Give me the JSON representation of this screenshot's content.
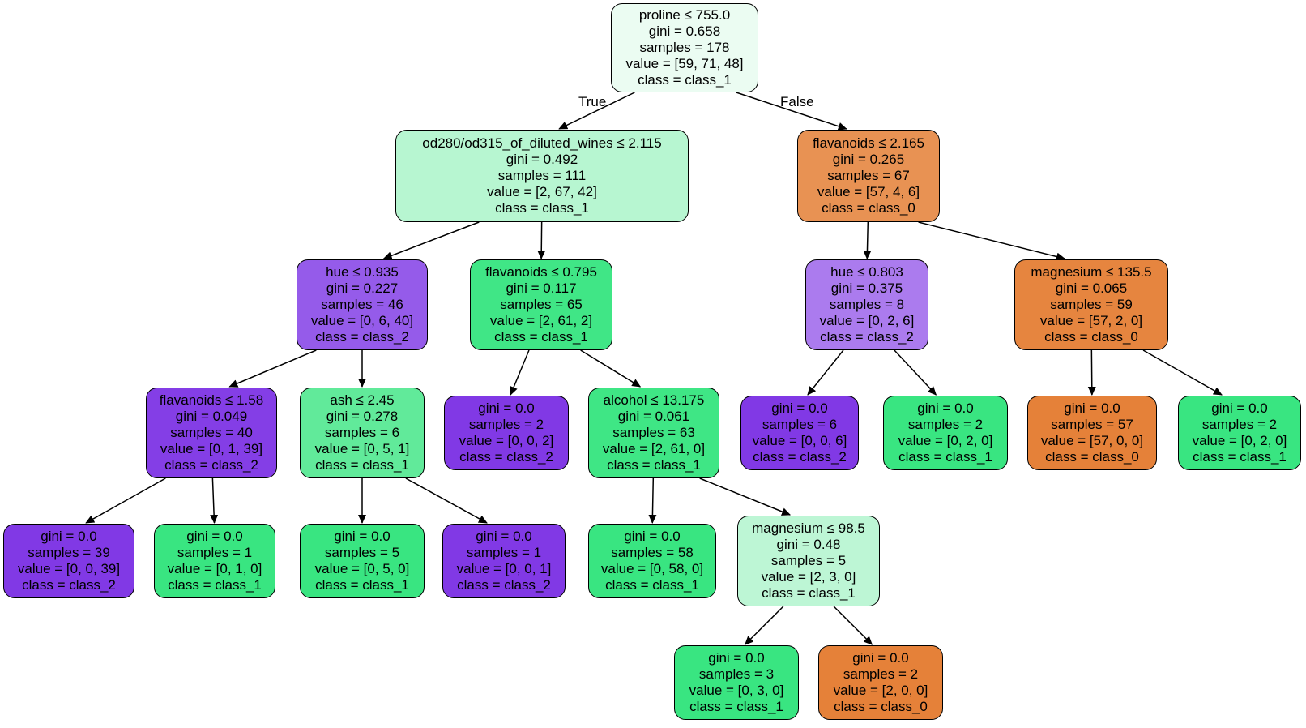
{
  "edge_labels": {
    "true_label": "True",
    "false_label": "False"
  },
  "colors": {
    "class_0": "#e58139",
    "class_1": "#39e581",
    "class_2": "#8139e5",
    "edge": "#000000"
  },
  "nodes": [
    {
      "id": "n0",
      "fill": "#ebfcf2",
      "lines": [
        "proline ≤ 755.0",
        "gini = 0.658",
        "samples = 178",
        "value = [59, 71, 48]",
        "class = class_1"
      ]
    },
    {
      "id": "n1",
      "fill": "#b7f6d1",
      "lines": [
        "od280/od315_of_diluted_wines ≤ 2.115",
        "gini = 0.492",
        "samples = 111",
        "value = [2, 67, 42]",
        "class = class_1"
      ]
    },
    {
      "id": "n2",
      "fill": "#e89253",
      "lines": [
        "flavanoids ≤ 2.165",
        "gini = 0.265",
        "samples = 67",
        "value = [57, 4, 6]",
        "class = class_0"
      ]
    },
    {
      "id": "n3",
      "fill": "#955bea",
      "lines": [
        "hue ≤ 0.935",
        "gini = 0.227",
        "samples = 46",
        "value = [0, 6, 40]",
        "class = class_2"
      ]
    },
    {
      "id": "n4",
      "fill": "#40e686",
      "lines": [
        "flavanoids ≤ 0.795",
        "gini = 0.117",
        "samples = 65",
        "value = [2, 61, 2]",
        "class = class_1"
      ]
    },
    {
      "id": "n5",
      "fill": "#ab7bee",
      "lines": [
        "hue ≤ 0.803",
        "gini = 0.375",
        "samples = 8",
        "value = [0, 2, 6]",
        "class = class_2"
      ]
    },
    {
      "id": "n6",
      "fill": "#e6853f",
      "lines": [
        "magnesium ≤ 135.5",
        "gini = 0.065",
        "samples = 59",
        "value = [57, 2, 0]",
        "class = class_0"
      ]
    },
    {
      "id": "n7",
      "fill": "#843ee6",
      "lines": [
        "flavanoids ≤ 1.58",
        "gini = 0.049",
        "samples = 40",
        "value = [0, 1, 39]",
        "class = class_2"
      ]
    },
    {
      "id": "n8",
      "fill": "#61ea9a",
      "lines": [
        "ash ≤ 2.45",
        "gini = 0.278",
        "samples = 6",
        "value = [0, 5, 1]",
        "class = class_1"
      ]
    },
    {
      "id": "n9",
      "fill": "#8139e5",
      "lines": [
        "gini = 0.0",
        "samples = 2",
        "value = [0, 0, 2]",
        "class = class_2"
      ]
    },
    {
      "id": "n10",
      "fill": "#3fe685",
      "lines": [
        "alcohol ≤ 13.175",
        "gini = 0.061",
        "samples = 63",
        "value = [2, 61, 0]",
        "class = class_1"
      ]
    },
    {
      "id": "n11",
      "fill": "#8139e5",
      "lines": [
        "gini = 0.0",
        "samples = 6",
        "value = [0, 0, 6]",
        "class = class_2"
      ]
    },
    {
      "id": "n12",
      "fill": "#39e581",
      "lines": [
        "gini = 0.0",
        "samples = 2",
        "value = [0, 2, 0]",
        "class = class_1"
      ]
    },
    {
      "id": "n13",
      "fill": "#e58139",
      "lines": [
        "gini = 0.0",
        "samples = 57",
        "value = [57, 0, 0]",
        "class = class_0"
      ]
    },
    {
      "id": "n14",
      "fill": "#39e581",
      "lines": [
        "gini = 0.0",
        "samples = 2",
        "value = [0, 2, 0]",
        "class = class_1"
      ]
    },
    {
      "id": "n15",
      "fill": "#8139e5",
      "lines": [
        "gini = 0.0",
        "samples = 39",
        "value = [0, 0, 39]",
        "class = class_2"
      ]
    },
    {
      "id": "n16",
      "fill": "#39e581",
      "lines": [
        "gini = 0.0",
        "samples = 1",
        "value = [0, 1, 0]",
        "class = class_1"
      ]
    },
    {
      "id": "n17",
      "fill": "#39e581",
      "lines": [
        "gini = 0.0",
        "samples = 5",
        "value = [0, 5, 0]",
        "class = class_1"
      ]
    },
    {
      "id": "n18",
      "fill": "#8139e5",
      "lines": [
        "gini = 0.0",
        "samples = 1",
        "value = [0, 0, 1]",
        "class = class_2"
      ]
    },
    {
      "id": "n19",
      "fill": "#39e581",
      "lines": [
        "gini = 0.0",
        "samples = 58",
        "value = [0, 58, 0]",
        "class = class_1"
      ]
    },
    {
      "id": "n20",
      "fill": "#bdf6d5",
      "lines": [
        "magnesium ≤ 98.5",
        "gini = 0.48",
        "samples = 5",
        "value = [2, 3, 0]",
        "class = class_1"
      ]
    },
    {
      "id": "n21",
      "fill": "#39e581",
      "lines": [
        "gini = 0.0",
        "samples = 3",
        "value = [0, 3, 0]",
        "class = class_1"
      ]
    },
    {
      "id": "n22",
      "fill": "#e58139",
      "lines": [
        "gini = 0.0",
        "samples = 2",
        "value = [2, 0, 0]",
        "class = class_0"
      ]
    }
  ],
  "edges": [
    [
      "n0",
      "n1"
    ],
    [
      "n0",
      "n2"
    ],
    [
      "n1",
      "n3"
    ],
    [
      "n1",
      "n4"
    ],
    [
      "n2",
      "n5"
    ],
    [
      "n2",
      "n6"
    ],
    [
      "n3",
      "n7"
    ],
    [
      "n3",
      "n8"
    ],
    [
      "n4",
      "n9"
    ],
    [
      "n4",
      "n10"
    ],
    [
      "n5",
      "n11"
    ],
    [
      "n5",
      "n12"
    ],
    [
      "n6",
      "n13"
    ],
    [
      "n6",
      "n14"
    ],
    [
      "n7",
      "n15"
    ],
    [
      "n7",
      "n16"
    ],
    [
      "n8",
      "n17"
    ],
    [
      "n8",
      "n18"
    ],
    [
      "n10",
      "n19"
    ],
    [
      "n10",
      "n20"
    ],
    [
      "n20",
      "n21"
    ],
    [
      "n20",
      "n22"
    ]
  ]
}
